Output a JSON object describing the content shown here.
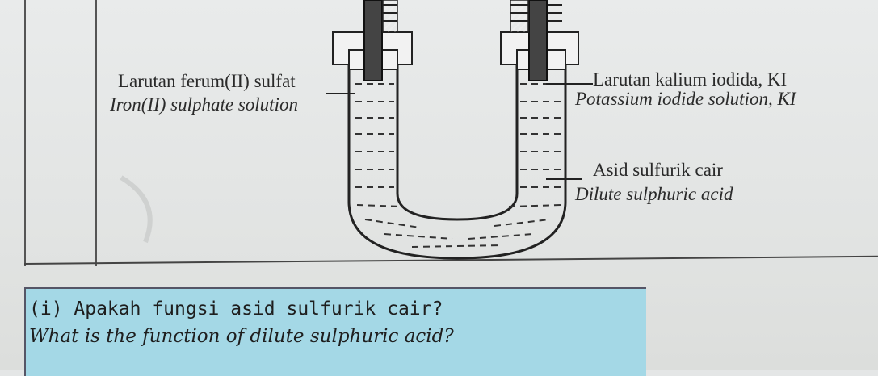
{
  "diagram": {
    "left_label_ms": "Larutan ferum(II) sulfat",
    "left_label_en": "Iron(II) sulphate solution",
    "right_top_label_ms": "Larutan kalium iodida, KI",
    "right_top_label_en": "Potassium iodide solution, KI",
    "right_bottom_label_ms": "Asid sulfurik cair",
    "right_bottom_label_en": "Dilute sulphuric acid"
  },
  "question": {
    "line_ms": "(i) Apakah fungsi asid sulfurik cair?",
    "line_en": "What is the function of dilute sulphuric acid?"
  },
  "colors": {
    "question_box": "#a4d8e6",
    "ink": "#2a2a2a"
  }
}
